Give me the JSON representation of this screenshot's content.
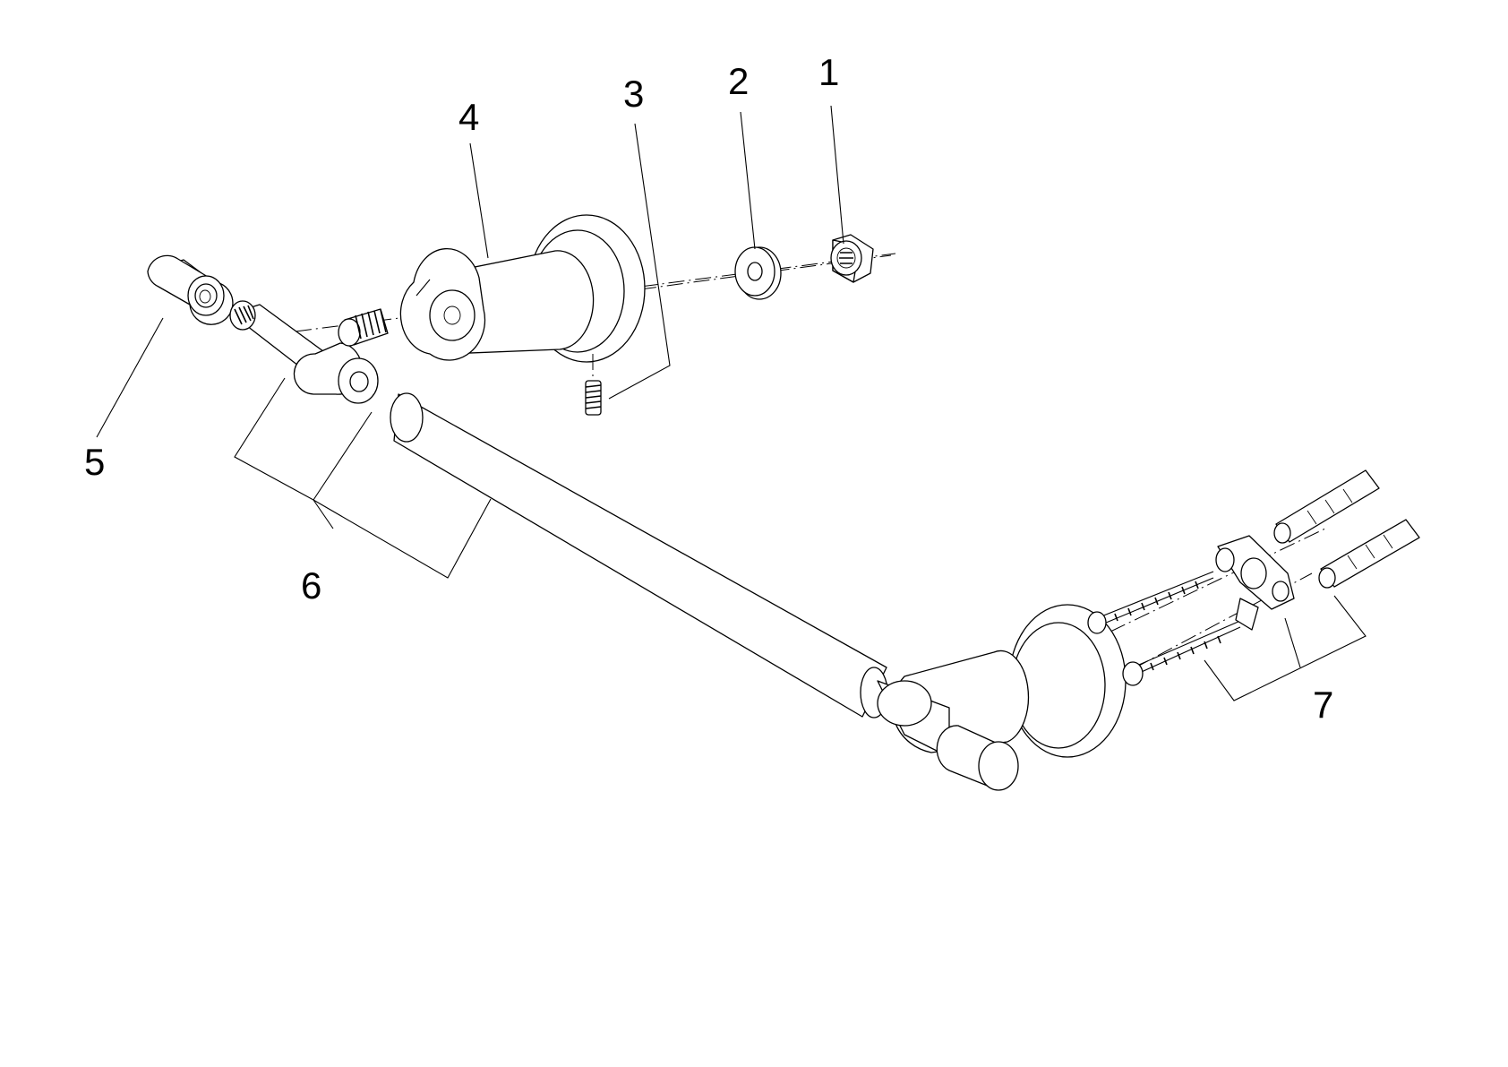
{
  "labels": [
    {
      "id": "1",
      "text": "1",
      "part": "hex-nut"
    },
    {
      "id": "2",
      "text": "2",
      "part": "washer"
    },
    {
      "id": "3",
      "text": "3",
      "part": "set-screw"
    },
    {
      "id": "4",
      "text": "4",
      "part": "wall-bracket"
    },
    {
      "id": "5",
      "text": "5",
      "part": "end-cap"
    },
    {
      "id": "6",
      "text": "6",
      "part": "rod-assembly"
    },
    {
      "id": "7",
      "text": "7",
      "part": "mounting-kit"
    }
  ]
}
